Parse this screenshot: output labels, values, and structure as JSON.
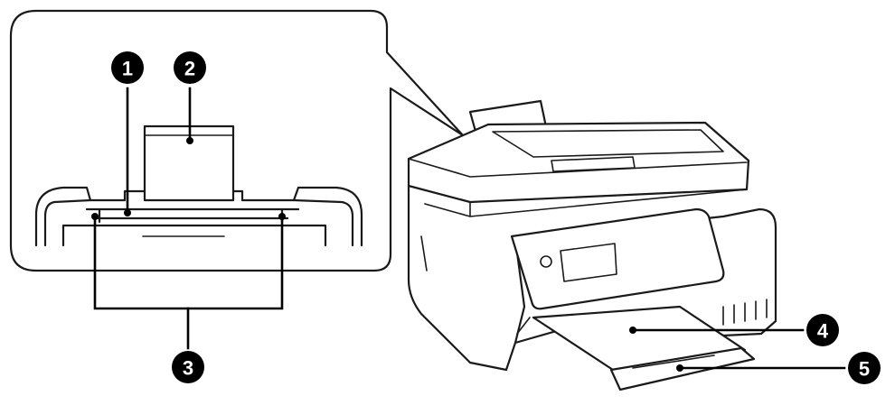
{
  "callouts": [
    {
      "id": "1",
      "label": "1"
    },
    {
      "id": "2",
      "label": "2"
    },
    {
      "id": "3",
      "label": "3"
    },
    {
      "id": "4",
      "label": "4"
    },
    {
      "id": "5",
      "label": "5"
    }
  ],
  "colors": {
    "line": "#1a1a1a",
    "callout_fill": "#000000",
    "callout_text": "#ffffff",
    "background": "#ffffff"
  },
  "icons": {
    "zoom_inset": "paper-feed-slot-closeup",
    "main_device": "all-in-one-printer"
  }
}
